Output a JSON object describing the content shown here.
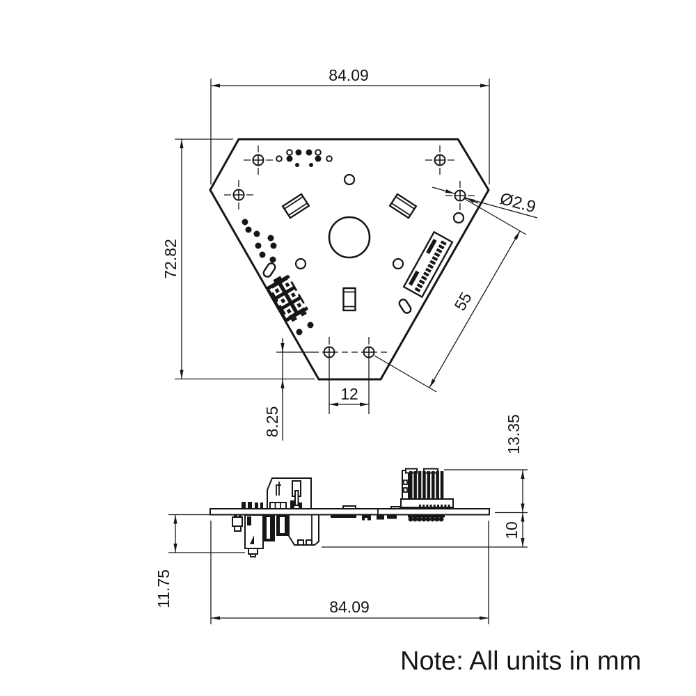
{
  "note": "Note: All units in mm",
  "colors": {
    "ink": "#161616",
    "background": "#ffffff"
  },
  "top_view": {
    "dim_overall_width": "84.09",
    "dim_overall_height": "72.82",
    "dim_hole_diameter": "Ø2.9",
    "dim_diagonal_hole_pitch": "55",
    "dim_bottom_hole_pitch": "12",
    "dim_bottom_hole_offset": "8.25"
  },
  "side_view": {
    "dim_top_component_height": "13.35",
    "dim_bottom_right_component_height": "10",
    "dim_bottom_left_component_height": "11.75",
    "dim_board_width": "84.09"
  }
}
